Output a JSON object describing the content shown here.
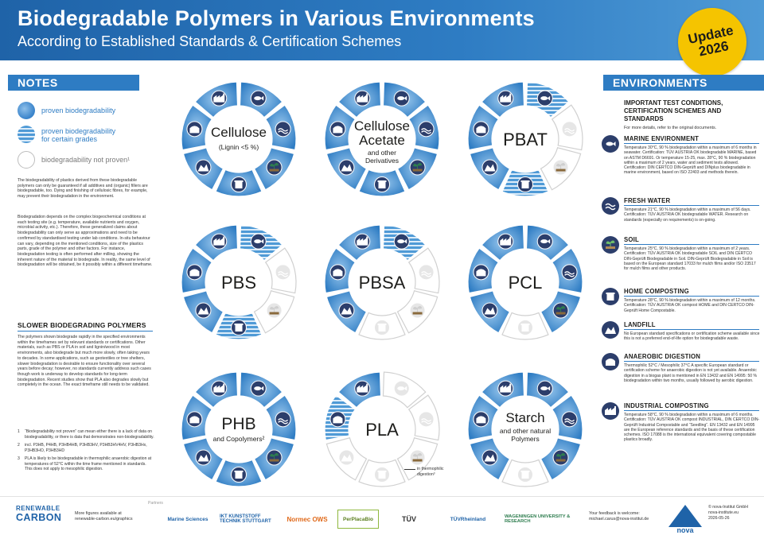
{
  "header": {
    "title": "Biodegradable Polymers in Various Environments",
    "subtitle": "According to Established Standards & Certification Schemes",
    "badge_line1": "Update",
    "badge_line2": "2026"
  },
  "notes": {
    "heading": "NOTES",
    "legend": [
      {
        "label": "proven biodegradability"
      },
      {
        "label_1": "proven biodegradability",
        "label_2": "for certain grades"
      },
      {
        "label": "biodegradability not proven¹"
      }
    ],
    "p1": "The biodegradability of plastics derived from these biodegradable polymers can only be guaranteed if all additives and (organic) fillers are biodegradable, too. Dying and finishing of cellulosic fibres, for example, may prevent their biodegradation in the environment.",
    "p2": "Biodegradation depends on the complex biogeochemical conditions at each testing site (e.g. temperature, available nutrients and oxygen, microbial activity, etc.). Therefore, these generalized claims about biodegradability can only serve as approximations and need to be confirmed by standardised testing under lab conditions. In-situ behaviour can vary, depending on the mentioned conditions, size of the plastics parts, grade of the polymer and other factors. For instance, biodegradation testing is often performed after milling, showing the inherent nature of the material to biodegrade. In reality, the same level of biodegradation will be obtained, be it possibly within a different timeframe.",
    "slow_title": "SLOWER BIODEGRADING POLYMERS",
    "slow_text": "The polymers shown biodegrade rapidly in the specified environments within the timeframes set by relevant standards or certifications. Other materials, such as PBS or PLA in soil and lignin/wood in most environments, also biodegrade but much more slowly, often taking years to decades. In some applications, such as geotextiles or tree shelters, slower biodegradation is desirable to ensure functionality over several years before decay; however, no standards currently address such cases though work is underway to develop standards for long-term biodegradation. Recent studies show that PLA also degrades slowly but completely in the ocean. The exact timeframe still needs to be validated.",
    "footnotes": [
      {
        "n": "1",
        "text": "“Biodegradability not proven” can mean either there is a lack of data on biodegradability, or there is data that demonstrates non-biodegradability."
      },
      {
        "n": "2",
        "text": "incl. P3HB, P4HB, P3HB4HB, P3HB3HV, P3HB3HV4HV, P3HB3Hx, P3HB3HO, P3HB3HD"
      },
      {
        "n": "3",
        "text": "PLA is likely to be biodegradable in thermophilic anaerobic digestion at temperatures of 52°C within the time frame mentioned in standards. This does not apply to mesophilic digestion."
      }
    ]
  },
  "wheels": [
    {
      "name": "Cellulose",
      "sub": "(Lignin <5 %)",
      "states": [
        "full",
        "full",
        "full",
        "full",
        "full",
        "full",
        "full"
      ]
    },
    {
      "name_1": "Cellulose",
      "name_2": "Acetate",
      "sub_1": "and other",
      "sub_2": "Derivatives",
      "states": [
        "full",
        "full",
        "full",
        "full",
        "full",
        "full",
        "full"
      ]
    },
    {
      "name": "PBAT",
      "states": [
        "stripe",
        "none",
        "none",
        "stripe",
        "full",
        "full",
        "full"
      ]
    },
    {
      "name": "PBS",
      "states": [
        "stripe",
        "none",
        "none",
        "stripe",
        "full",
        "full",
        "full"
      ]
    },
    {
      "name": "PBSA",
      "states": [
        "stripe",
        "none",
        "none",
        "none",
        "full",
        "full",
        "full"
      ]
    },
    {
      "name": "PCL",
      "states": [
        "full",
        "full",
        "full",
        "none",
        "full",
        "full",
        "full"
      ]
    },
    {
      "name": "PHB",
      "sub": "and Copolymers²",
      "states": [
        "full",
        "full",
        "full",
        "full",
        "full",
        "full",
        "full"
      ]
    },
    {
      "name": "PLA",
      "states": [
        "none",
        "none",
        "none",
        "none",
        "none",
        "stripe",
        "full"
      ]
    },
    {
      "name": "Starch",
      "sub_1": "and other natural",
      "sub_2": "Polymers",
      "states": [
        "full",
        "full",
        "full",
        "none",
        "full",
        "full",
        "full"
      ]
    }
  ],
  "pla_note_1": "in thermophilic",
  "pla_note_2": "digestion³",
  "environments": {
    "heading": "ENVIRONMENTS",
    "title": "IMPORTANT TEST CONDITIONS, CERTIFICATION SCHEMES AND STANDARDS",
    "subtitle": "For more details, refer to the original documents.",
    "items": [
      {
        "icon": "fish-icon",
        "title": "MARINE ENVIRONMENT",
        "text": "Temperature 30°C, 90 % biodegradation within a maximum of 6 months in seawater. Certification: TÜV AUSTRIA OK biodegradable MARINE, based on ASTM D6691. Or temperature 15-25, max. 28°C, 90 % biodegradation within a maximum of 2 years, water and sediment tests allowed. Certification: DIN CERTCO DIN-Geprüft and DINplus biodegradable in marine environment, based on ISO 22403 and methods therein."
      },
      {
        "icon": "water-icon",
        "title": "FRESH WATER",
        "text": "Temperature 21°C, 90 % biodegradation within a maximum of 56 days. Certification: TÜV AUSTRIA OK biodegradable WATER. Research on standards (especially on requirements) is on-going."
      },
      {
        "icon": "soil-icon",
        "title": "SOIL",
        "text": "Temperature 25°C, 90 % biodegradation within a maximum of 2 years. Certification: TÜV AUSTRIA OK biodegradable SOIL and DIN CERTCO DIN-Geprüft Biodegradable in Soil. DIN-Geprüft Biodegradable in Soil is based on the European standard 17033 for mulch films and/or ISO 23517 for mulch films and other products."
      },
      {
        "icon": "compost-bin-icon",
        "title": "HOME COMPOSTING",
        "text": "Temperature 28°C, 90 % biodegradation within a maximum of 12 months. Certification: TÜV AUSTRIA OK compost HOME and DIN CERTCO DIN-Geprüft Home Compostable."
      },
      {
        "icon": "landfill-icon",
        "title": "LANDFILL",
        "text": "No European standard specifications or certification scheme available since this is not a preferred end-of-life option for biodegradable waste."
      },
      {
        "icon": "digester-icon",
        "title": "ANAEROBIC DIGESTION",
        "text": "Thermophilic 52°C / Mesophilic 37°C A specific European standard or certification scheme for anaerobic digestion is not yet available. Anaerobic digestion in a biogas plant is mentioned in EN 13432 and EN 14995: 50 % biodegradation within two months, usually followed by aerobic digestion."
      },
      {
        "icon": "factory-icon",
        "title": "INDUSTRIAL COMPOSTING",
        "text": "Temperature 58°C, 90 % biodegradation within a maximum of 6 months. Certification: TÜV AUSTRIA OK compost INDUSTRIAL, DIN CERTCO DIN-Geprüft Industrial Compostable and “Seedling”. EN 13432 and EN 14995 are the European reference standards and the basis of these certification schemes. ISO 17088 is the international equivalent covering compostable plastics broadly."
      }
    ]
  },
  "footer": {
    "rc_line1": "RENEWABLE",
    "rc_line2": "CARBON",
    "more_1": "More figures available at",
    "more_2": "renewable-carbon.eu/graphics",
    "partners": "Partners",
    "partner_logos": [
      "Marine Sciences",
      "IKT KUNSTSTOFF TECHNIK STUTTGART",
      "Normec OWS",
      "PerPlacaBio",
      "TÜV",
      "TÜVRheinland",
      "WAGENINGEN UNIVERSITY & RESEARCH"
    ],
    "feedback_1": "Your feedback is welcome:",
    "feedback_2": "michael.carus@nova-institut.de",
    "nova_1": "© nova-Institut GmbH",
    "nova_2": "nova-institute.eu",
    "nova_3": "2026-05-26",
    "nova_word": "nova"
  },
  "colors": {
    "primary_blue": "#2e7cc3",
    "dark_blue": "#1f63a8",
    "icon_navy": "#2c3e6b",
    "icon_green": "#2e7d4f",
    "badge_yellow": "#f5c400",
    "grey": "#bdbdbd"
  }
}
